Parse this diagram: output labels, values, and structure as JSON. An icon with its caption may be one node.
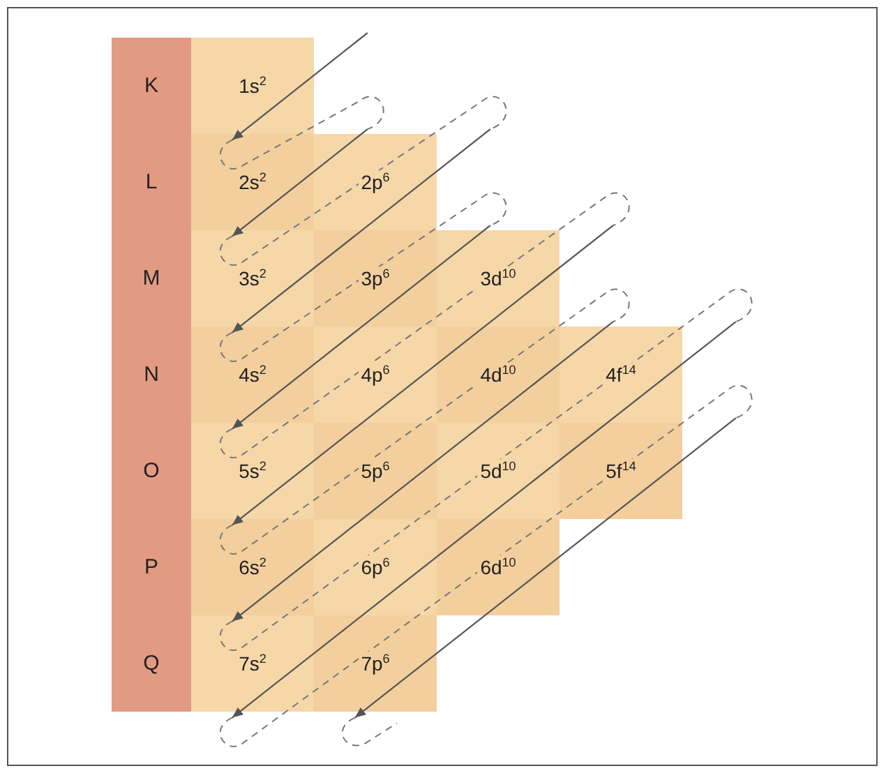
{
  "diagram": {
    "labels": [
      "K",
      "1s$^{2}$",
      "L",
      "2s$^{2}$",
      "2p$^{6}$",
      "M",
      "3s$^{2}$",
      "3p$^{6}$",
      "3d$^{10}$",
      "N",
      "4s$^{2}$",
      "4p$^{6}$",
      "4d$^{10}$",
      "4f$^{14}$",
      "O",
      "5s$^{2}$",
      "5p$^{6}$",
      "5d$^{10}$",
      "5f$^{14}$",
      "P",
      "6s$^{2}$",
      "6p$^{6}$",
      "6d$^{10}$",
      "Q",
      "7s$^{2}$",
      "7p$^{6}$"
    ]
  }
}
